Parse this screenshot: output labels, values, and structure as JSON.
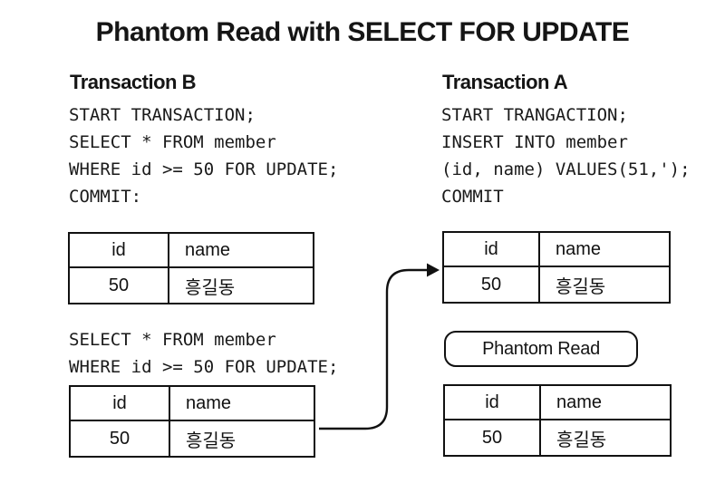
{
  "title": "Phantom Read with SELECT FOR UPDATE",
  "colors": {
    "background": "#ffffff",
    "text": "#111111",
    "line": "#111111"
  },
  "transaction_b": {
    "heading": "Transaction B",
    "code_1": [
      "START TRANSACTION;",
      "SELECT * FROM member",
      "WHERE id >= 50 FOR UPDATE;",
      "COMMIT:"
    ],
    "code_2": [
      "SELECT * FROM member",
      "WHERE id >= 50 FOR UPDATE;"
    ],
    "table_top": {
      "headers": [
        "id",
        "name"
      ],
      "row": [
        "50",
        "흥길동"
      ]
    },
    "table_bottom": {
      "headers": [
        "id",
        "name"
      ],
      "row": [
        "50",
        "흥길동"
      ]
    }
  },
  "transaction_a": {
    "heading": "Transaction A",
    "code": [
      "START TRANGACTION;",
      "INSERT INTO member",
      "(id, name) VALUES(51,');",
      "COMMIT"
    ],
    "phantom_read_label": "Phantom Read",
    "table_top": {
      "headers": [
        "id",
        "name"
      ],
      "row": [
        "50",
        "흥길동"
      ]
    },
    "table_bottom": {
      "headers": [
        "id",
        "name"
      ],
      "row": [
        "50",
        "흥길동"
      ]
    }
  }
}
